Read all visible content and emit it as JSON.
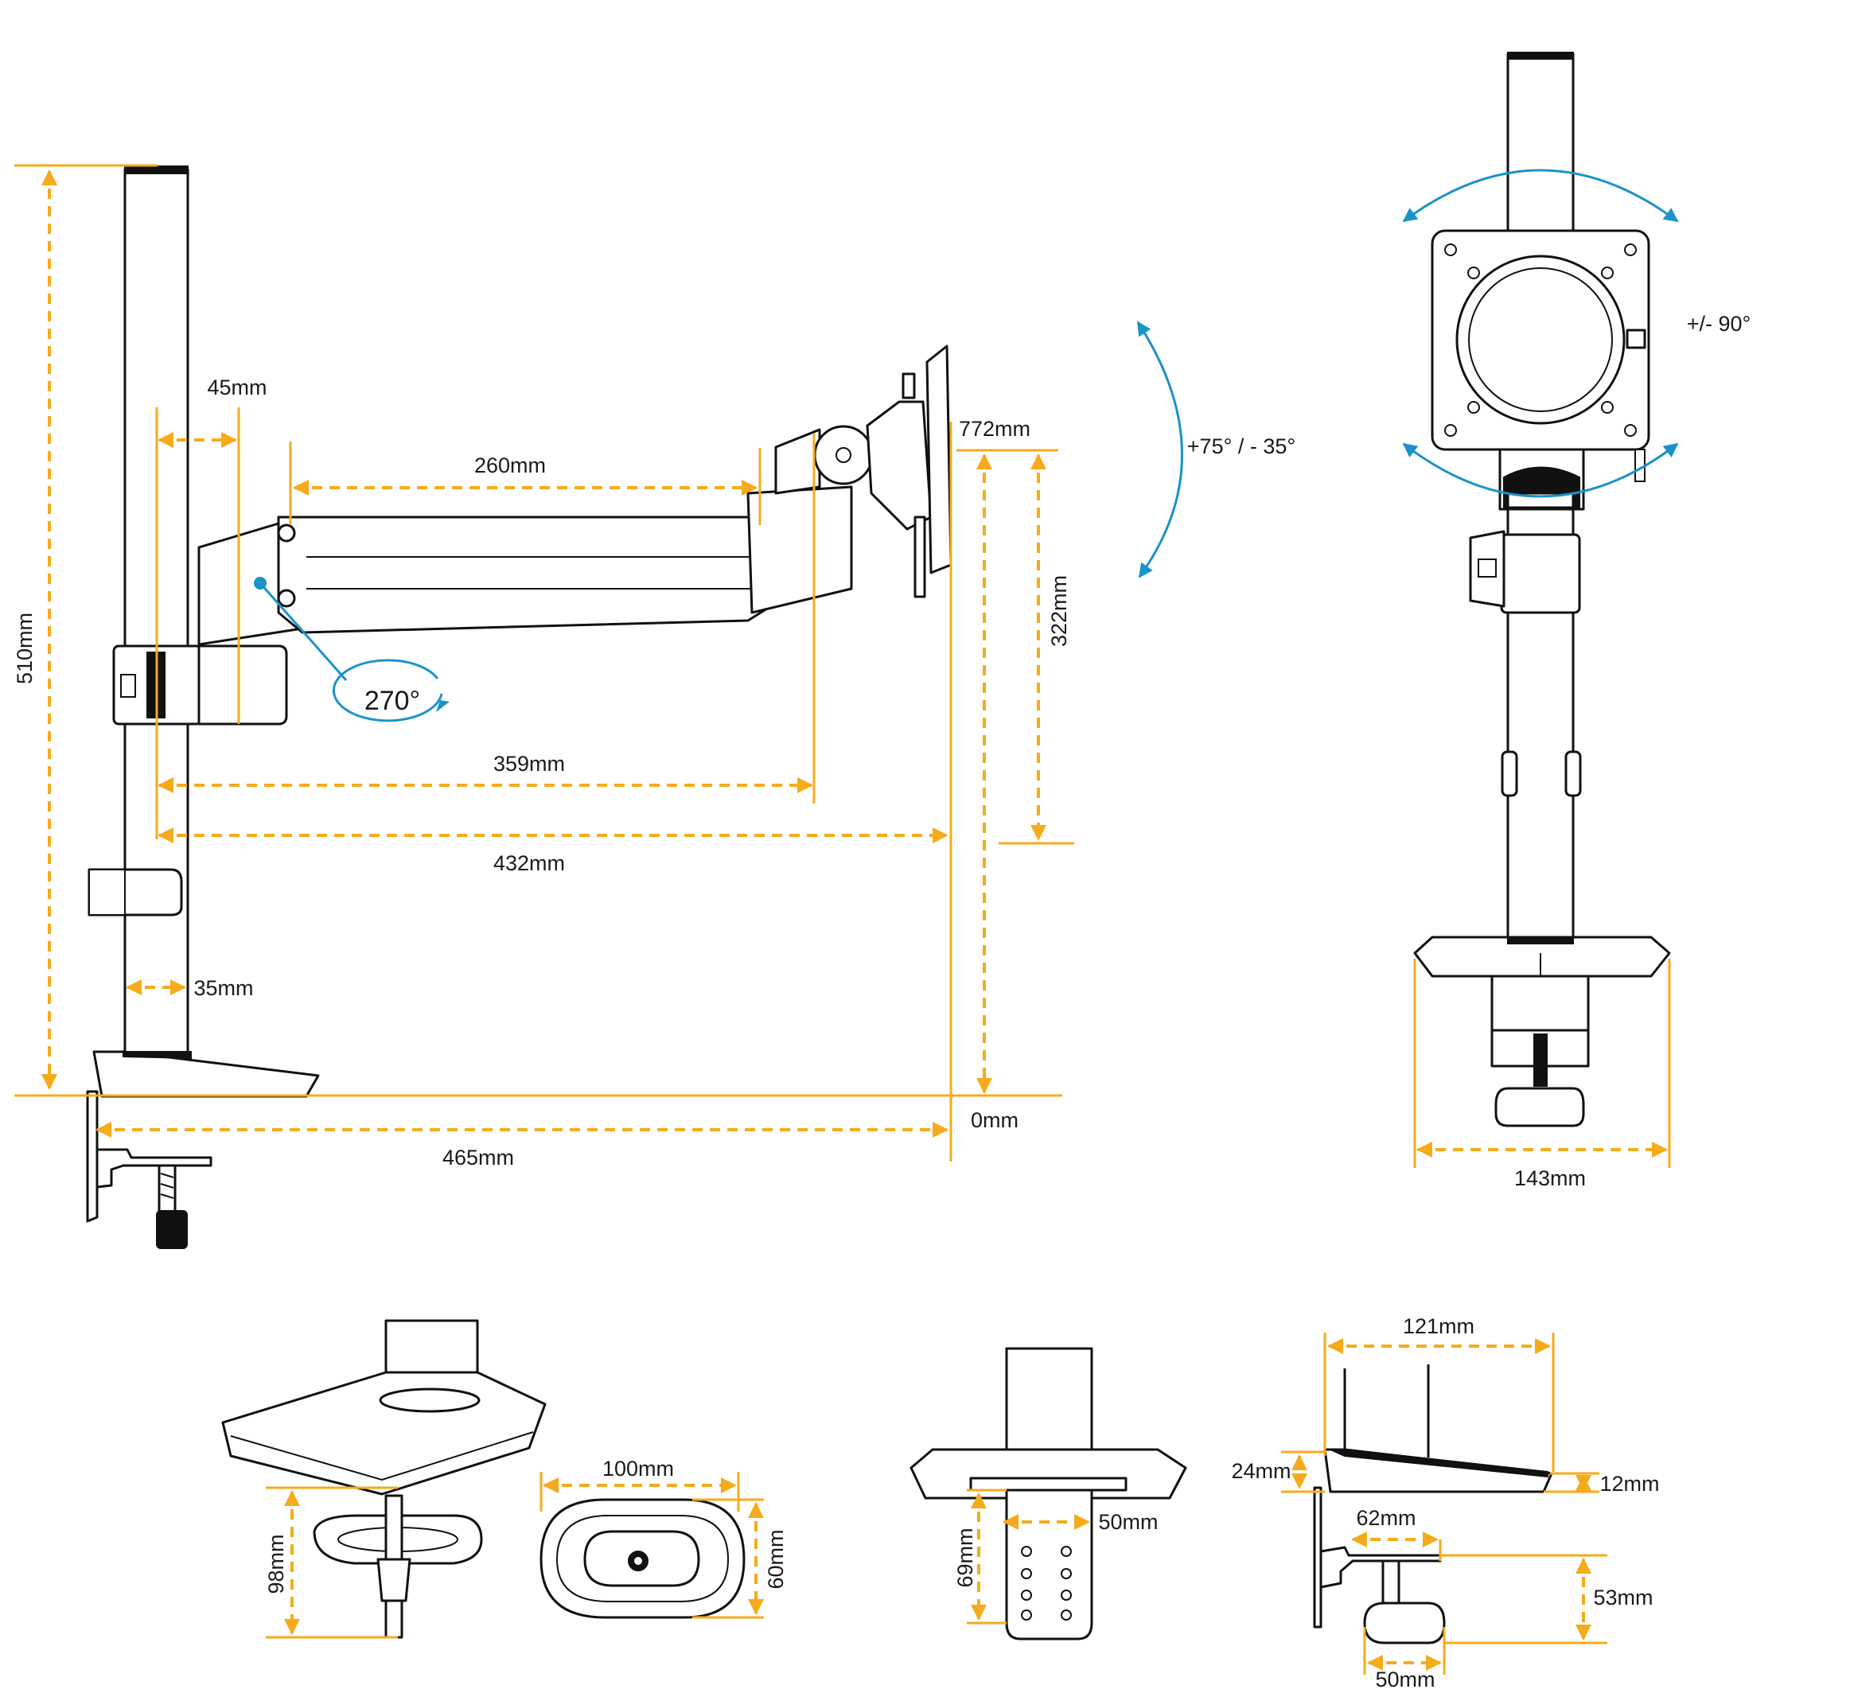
{
  "colors": {
    "dimension": "#f5ab1b",
    "rotation": "#1b93c9",
    "outline": "#111111",
    "background": "#ffffff"
  },
  "side_view": {
    "height_total": "510mm",
    "pole_offset": "45mm",
    "arm_length": "260mm",
    "mount_height": "772mm",
    "reach_inner": "359mm",
    "reach_outer": "432mm",
    "pole_diameter": "35mm",
    "base_reach": "465mm",
    "vertical_travel": "322mm",
    "zero_level": "0mm",
    "arm_rotation": "270°",
    "tilt_range": "+75° / - 35°"
  },
  "front_view": {
    "rotation": "+/- 90°",
    "base_width": "143mm"
  },
  "clamp_view": {
    "clamp_depth": "98mm",
    "grommet_length": "100mm",
    "grommet_width": "60mm"
  },
  "grommet_view": {
    "bolt_length": "69mm",
    "plate_width": "50mm"
  },
  "base_side_view": {
    "base_length": "121mm",
    "base_height": "24mm",
    "base_thickness": "12mm",
    "clamp_plate": "62mm",
    "clamp_opening": "53mm",
    "knob_width": "50mm"
  }
}
